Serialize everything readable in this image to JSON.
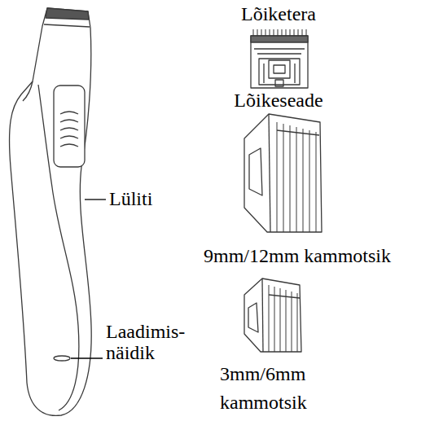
{
  "diagram": {
    "labels": [
      "Lõiketera",
      "Lõikeseade",
      "Lüliti",
      "Laadimis- näidik",
      "9mm/12mm kammotsik",
      "3mm/6mm kammotsik"
    ]
  }
}
